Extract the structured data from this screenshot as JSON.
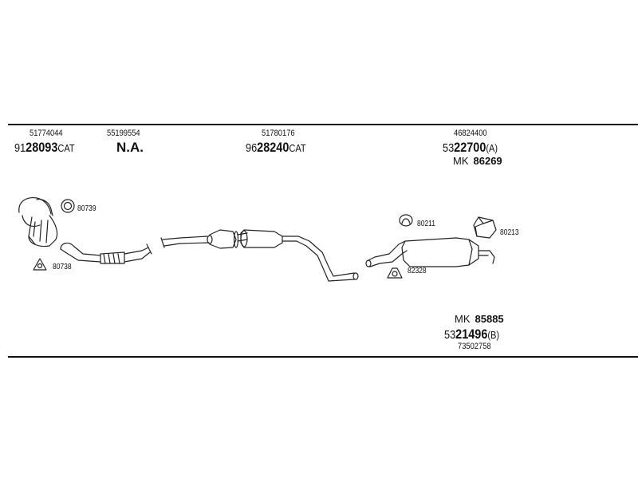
{
  "top_groups": [
    {
      "oe": "51774044",
      "prefix": "91",
      "main": "28093",
      "suffix": "CAT"
    },
    {
      "oe": "55199554",
      "na": "N.A."
    },
    {
      "oe": "51780176",
      "prefix": "96",
      "main": "28240",
      "suffix": "CAT"
    },
    {
      "oe": "46824400",
      "prefix": "53",
      "main": "22700",
      "suffix": "(A)",
      "mk_prefix": "MK",
      "mk_number": "86269"
    }
  ],
  "bottom_group": {
    "mk_prefix": "MK",
    "mk_number": "85885",
    "prefix": "53",
    "main": "21496",
    "suffix": "(B)",
    "oe": "73502758"
  },
  "part_refs": [
    "80739",
    "80738",
    "80211",
    "80213",
    "82328"
  ]
}
